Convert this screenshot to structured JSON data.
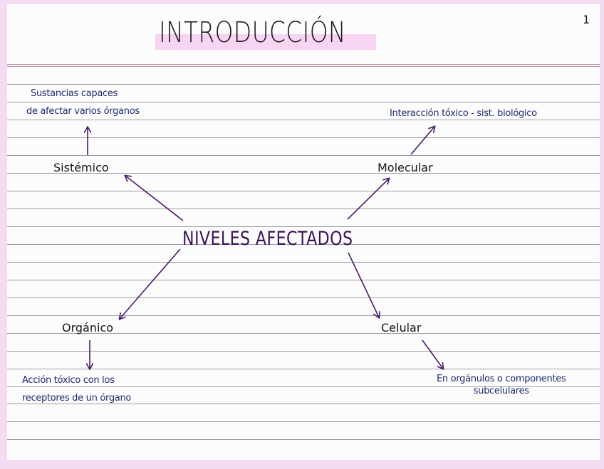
{
  "page": {
    "title": "INTRODUCCIÓN",
    "page_number": "1",
    "colors": {
      "margin": "#f3dcf1",
      "paper": "#fdfcfd",
      "title_highlight": "#f6cdf0",
      "header_rule": "#b06a8c",
      "ruled_line": "#7b7e86",
      "arrow": "#4a1a66",
      "description_ink": "#1e2a6b"
    }
  },
  "mindmap": {
    "center": "NIVELES AFECTADOS",
    "branches": [
      {
        "label": "Sistémico",
        "description": [
          "Sustancias capaces",
          "de afectar varios órganos"
        ]
      },
      {
        "label": "Molecular",
        "description": [
          "Interacción tóxico - sist. biológico"
        ]
      },
      {
        "label": "Orgánico",
        "description": [
          "Acción tóxico con los",
          "receptores de un órgano"
        ]
      },
      {
        "label": "Celular",
        "description": [
          "En orgánulos o componentes",
          "subcelulares"
        ]
      }
    ]
  }
}
